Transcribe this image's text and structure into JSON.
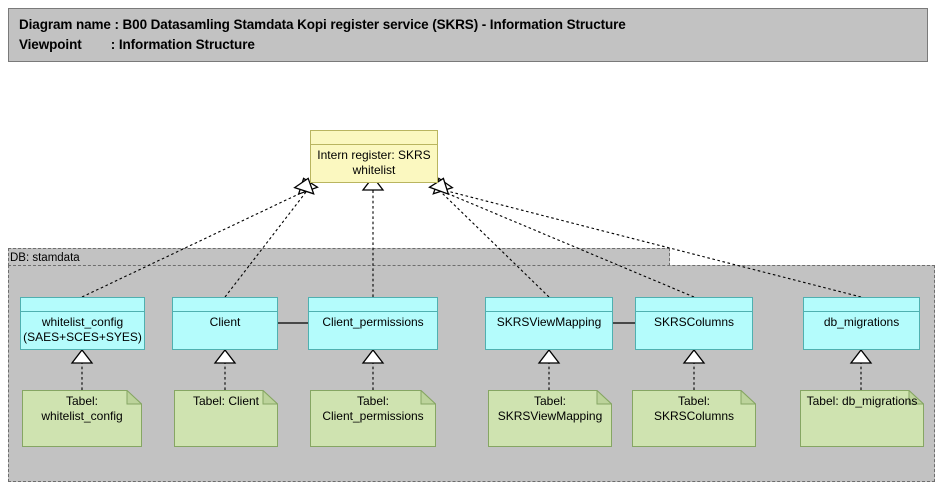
{
  "title_block": {
    "line1_label": "Diagram name",
    "line1_sep": ": ",
    "line1_value": "B00 Datasamling Stamdata Kopi register service (SKRS) - Information Structure",
    "line2_label": "Viewpoint",
    "line2_sep": ": ",
    "line2_value": "Information Structure",
    "line1_full": "Diagram name : B00 Datasamling Stamdata Kopi register service (SKRS) - Information Structure",
    "line2_full": "Viewpoint        : Information Structure",
    "background_color": "#c2c2c2"
  },
  "colors": {
    "service_fill": "#fbf8c0",
    "service_stroke": "#b9b560",
    "object_fill": "#b4fcfc",
    "object_stroke": "#4fb0b0",
    "note_fill": "#cfe3b0",
    "note_stroke": "#86a663",
    "group_fill": "#c2c2c2",
    "group_stroke": "#6e6e6e",
    "connector": "#000000"
  },
  "service_node": {
    "label": "Intern register: SKRS\nwhitelist",
    "line1": "Intern register: SKRS",
    "line2": "whitelist"
  },
  "group": {
    "label": "DB: stamdata"
  },
  "objects": [
    {
      "id": "whitelist_config",
      "label": "whitelist_config\n(SAES+SCES+SYES)",
      "line1": "whitelist_config",
      "line2": "(SAES+SCES+SYES)"
    },
    {
      "id": "client",
      "label": "Client",
      "line1": "Client",
      "line2": ""
    },
    {
      "id": "client_permissions",
      "label": "Client_permissions",
      "line1": "Client_permissions",
      "line2": ""
    },
    {
      "id": "skrsviewmapping",
      "label": "SKRSViewMapping",
      "line1": "SKRSViewMapping",
      "line2": ""
    },
    {
      "id": "skrscolumns",
      "label": "SKRSColumns",
      "line1": "SKRSColumns",
      "line2": ""
    },
    {
      "id": "db_migrations",
      "label": "db_migrations",
      "line1": "db_migrations",
      "line2": ""
    }
  ],
  "notes": [
    {
      "id": "note_whitelist_config",
      "label": "Tabel:\nwhitelist_config"
    },
    {
      "id": "note_client",
      "label": "Tabel: Client"
    },
    {
      "id": "note_client_permissions",
      "label": "Tabel:\nClient_permissions"
    },
    {
      "id": "note_skrsviewmapping",
      "label": "Tabel:\nSKRSViewMapping"
    },
    {
      "id": "note_skrscolumns",
      "label": "Tabel: SKRSColumns"
    },
    {
      "id": "note_db_migrations",
      "label": "Tabel: db_migrations"
    }
  ],
  "associations": [
    {
      "from": "client",
      "to": "client_permissions",
      "style": "solid"
    },
    {
      "from": "skrsviewmapping",
      "to": "skrscolumns",
      "style": "solid"
    }
  ],
  "realizations": [
    {
      "from": "whitelist_config",
      "to": "service_node",
      "style": "dashed-hollow-triangle"
    },
    {
      "from": "client",
      "to": "service_node",
      "style": "dashed-hollow-triangle"
    },
    {
      "from": "client_permissions",
      "to": "service_node",
      "style": "dashed-hollow-triangle"
    },
    {
      "from": "skrsviewmapping",
      "to": "service_node",
      "style": "dashed-hollow-triangle"
    },
    {
      "from": "skrscolumns",
      "to": "service_node",
      "style": "dashed-hollow-triangle"
    },
    {
      "from": "db_migrations",
      "to": "service_node",
      "style": "dashed-hollow-triangle"
    },
    {
      "from": "note_whitelist_config",
      "to": "whitelist_config",
      "style": "dashed-hollow-triangle"
    },
    {
      "from": "note_client",
      "to": "client",
      "style": "dashed-hollow-triangle"
    },
    {
      "from": "note_client_permissions",
      "to": "client_permissions",
      "style": "dashed-hollow-triangle"
    },
    {
      "from": "note_skrsviewmapping",
      "to": "skrsviewmapping",
      "style": "dashed-hollow-triangle"
    },
    {
      "from": "note_skrscolumns",
      "to": "skrscolumns",
      "style": "dashed-hollow-triangle"
    },
    {
      "from": "note_db_migrations",
      "to": "db_migrations",
      "style": "dashed-hollow-triangle"
    }
  ]
}
